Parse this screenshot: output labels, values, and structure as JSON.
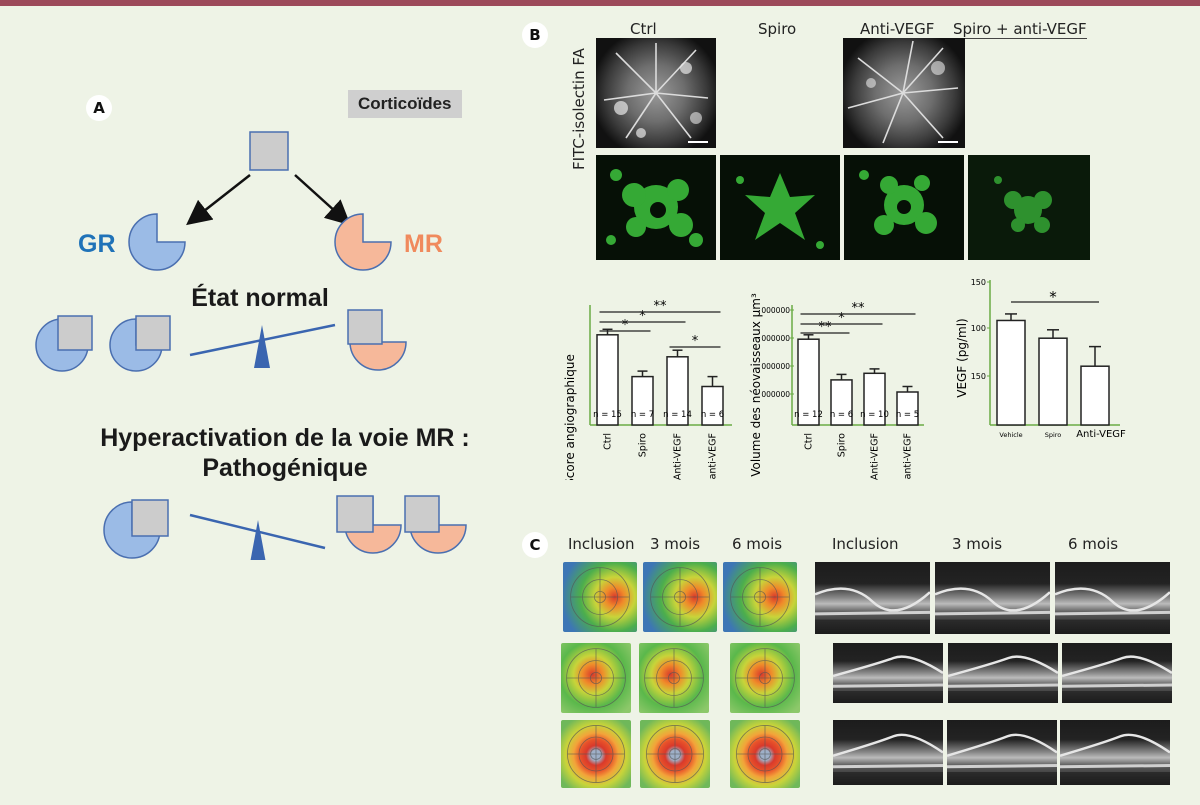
{
  "panelA": {
    "badge": "A",
    "corticoides": "Corticoïdes",
    "gr_label": "GR",
    "mr_label": "MR",
    "normal_title": "État normal",
    "hyper_title_line1": "Hyperactivation de la voie MR :",
    "hyper_title_line2": "Pathogénique",
    "colors": {
      "gr": "#9bbbe6",
      "mr": "#f6b89a",
      "gr_text": "#1f72b8",
      "mr_text": "#f08a5d",
      "lever": "#3a65b0"
    }
  },
  "panelB": {
    "badge": "B",
    "columns": [
      "Ctrl",
      "Spiro",
      "Anti-VEGF",
      "Spiro + anti-VEGF"
    ],
    "row_label": "FITC-isolectin FA",
    "charts": {
      "angio": {
        "ylabel": "Score angiographique",
        "categories": [
          "Ctrl",
          "Spiro",
          "Anti-VEGF",
          "Spiro + anti-VEGF"
        ],
        "values": [
          0.82,
          0.44,
          0.62,
          0.35
        ],
        "errors": [
          0.05,
          0.05,
          0.06,
          0.09
        ],
        "n_labels": [
          "n = 15",
          "n = 7",
          "n = 14",
          "n = 6"
        ],
        "ylim": [
          0,
          1.0
        ],
        "sig": [
          {
            "from": 0,
            "to": 1,
            "label": "*"
          },
          {
            "from": 0,
            "to": 2,
            "label": "*"
          },
          {
            "from": 0,
            "to": 3,
            "label": "**"
          },
          {
            "from": 2,
            "to": 3,
            "label": "*"
          }
        ]
      },
      "volume": {
        "ylabel": "Volume des néovaisseaux µm³",
        "ytick_labels": [
          "000000",
          "000000",
          "000000",
          "000000"
        ],
        "categories": [
          "Ctrl",
          "Spiro",
          "Anti-VEGF",
          "Spiro + anti-VEGF"
        ],
        "values": [
          0.78,
          0.41,
          0.47,
          0.3
        ],
        "errors": [
          0.04,
          0.05,
          0.04,
          0.05
        ],
        "n_labels": [
          "n = 12",
          "n = 6",
          "n = 10",
          "n = 5"
        ],
        "ylim": [
          0,
          1.0
        ],
        "sig": [
          {
            "from": 0,
            "to": 1,
            "label": "**"
          },
          {
            "from": 0,
            "to": 2,
            "label": "*"
          },
          {
            "from": 0,
            "to": 3,
            "label": "**"
          }
        ]
      },
      "vegf": {
        "ylabel": "VEGF (pg/ml)",
        "categories": [
          "Vehicle",
          "Spiro",
          "Anti-VEGF"
        ],
        "values": [
          112,
          93,
          63
        ],
        "errors": [
          7,
          9,
          21
        ],
        "ytick_labels": [
          "150",
          "100",
          "150"
        ],
        "ylim": [
          0,
          150
        ],
        "sig": [
          {
            "from": 0,
            "to": 2,
            "label": "*"
          }
        ]
      }
    }
  },
  "panelC": {
    "badge": "C",
    "left_labels": [
      "Inclusion",
      "3 mois",
      "6 mois"
    ],
    "right_labels": [
      "Inclusion",
      "3 mois",
      "6 mois"
    ]
  }
}
